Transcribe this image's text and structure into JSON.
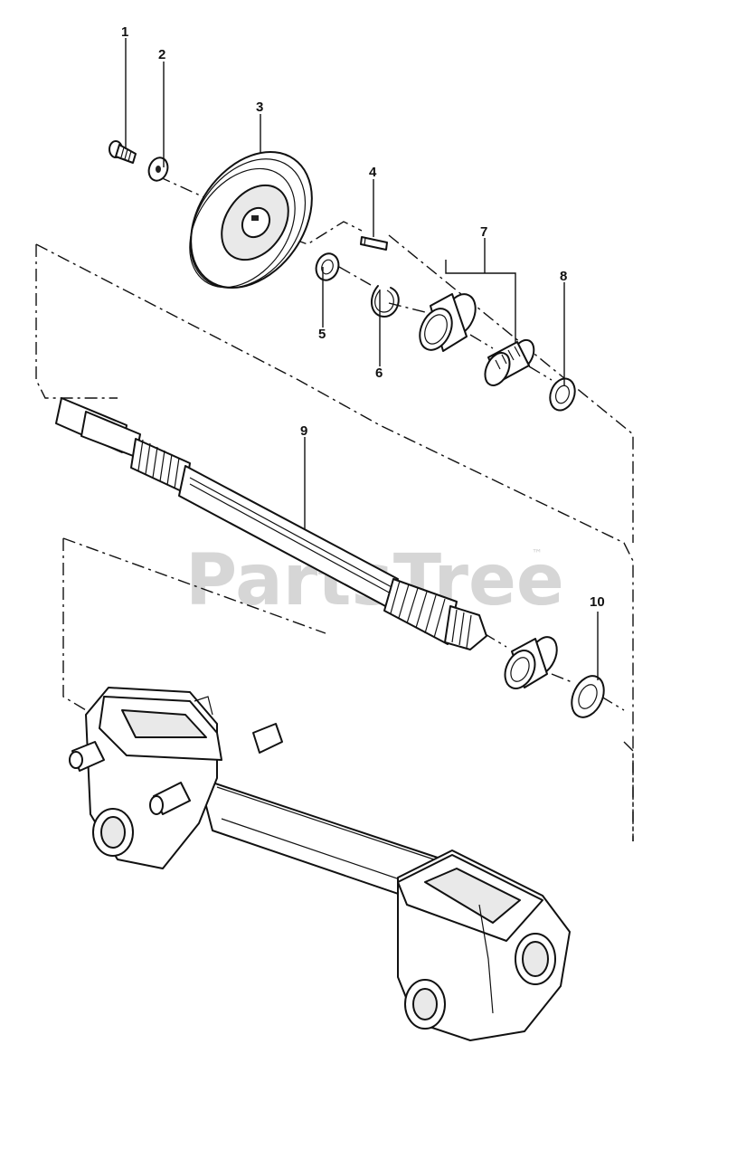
{
  "watermark": {
    "text": "PartsTree",
    "trademark": "™"
  },
  "callouts": [
    {
      "id": "1",
      "label": "1"
    },
    {
      "id": "2",
      "label": "2"
    },
    {
      "id": "3",
      "label": "3"
    },
    {
      "id": "4",
      "label": "4"
    },
    {
      "id": "5",
      "label": "5"
    },
    {
      "id": "6",
      "label": "6"
    },
    {
      "id": "7",
      "label": "7"
    },
    {
      "id": "8",
      "label": "8"
    },
    {
      "id": "9",
      "label": "9"
    },
    {
      "id": "10",
      "label": "10"
    }
  ]
}
